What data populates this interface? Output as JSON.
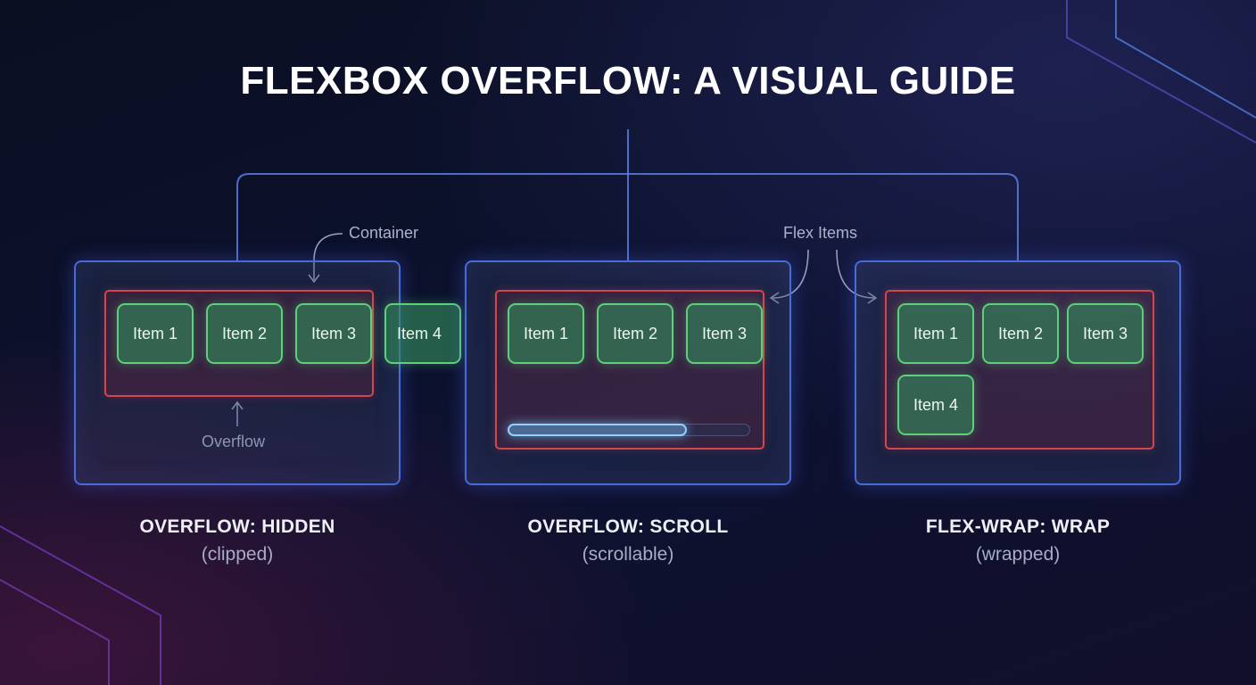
{
  "title": "FLEXBOX OVERFLOW: A VISUAL GUIDE",
  "annotations": {
    "container": "Container",
    "flex_items": "Flex Items",
    "overflow": "Overflow"
  },
  "panels": [
    {
      "label": "OVERFLOW: HIDDEN",
      "sublabel": "(clipped)",
      "items": [
        "Item 1",
        "Item 2",
        "Item 3",
        "Item 4"
      ]
    },
    {
      "label": "OVERFLOW: SCROLL",
      "sublabel": "(scrollable)",
      "items": [
        "Item 1",
        "Item 2",
        "Item 3"
      ],
      "scroll_fraction": 0.74
    },
    {
      "label": "FLEX-WRAP: WRAP",
      "sublabel": "(wrapped)",
      "items": [
        "Item 1",
        "Item 2",
        "Item 3",
        "Item 4"
      ]
    }
  ],
  "colors": {
    "container_border": "#4a6ad8",
    "overflow_border": "#d0474c",
    "item_fill": "#348c5a",
    "item_border": "#5fcf7a",
    "scroll_thumb": "#8fd0ff"
  }
}
